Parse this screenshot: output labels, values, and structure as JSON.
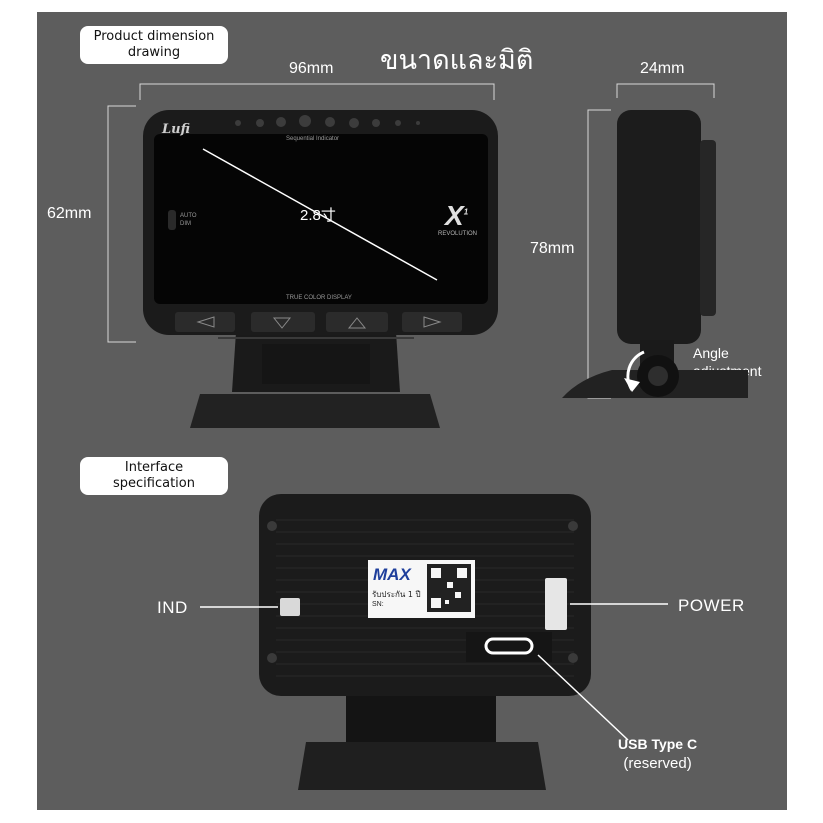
{
  "section_top": {
    "label_line1": "Product dimension",
    "label_line2": "drawing",
    "heading_thai": "ขนาดและมิติ",
    "width_dim": "96mm",
    "height_dim": "62mm",
    "depth_dim": "24mm",
    "total_height_dim": "78mm",
    "diagonal": "2.8寸",
    "angle_line1": "Angle",
    "angle_line2": "adjustment"
  },
  "device_face": {
    "brand": "Lufi",
    "indicator_text": "Sequential Indicator",
    "auto_line1": "AUTO",
    "auto_line2": "DIM",
    "model_letter": "X",
    "model_sup": "1",
    "model_sub": "REVOLUTION",
    "display_text": "TRUE COLOR DISPLAY"
  },
  "section_bottom": {
    "label_line1": "Interface",
    "label_line2": "specification",
    "ind_label": "IND",
    "power_label": "POWER",
    "usb_line1": "USB Type C",
    "usb_line2": "(reserved)"
  },
  "sticker": {
    "logo": "MAX",
    "warranty": "รับประกัน 1 ปี",
    "sn_label": "SN:"
  },
  "colors": {
    "background": "#5d5d5d",
    "device": "#1b1b1b",
    "screen": "#050505"
  }
}
